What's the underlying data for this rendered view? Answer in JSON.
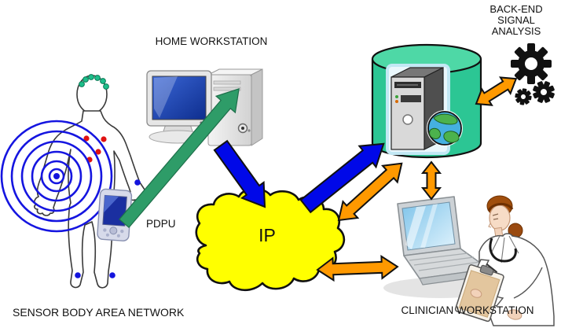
{
  "labels": {
    "home_workstation": "HOME WORKSTATION",
    "backend": [
      "BACK-END",
      "SIGNAL",
      "ANALYSIS"
    ],
    "pdpu": "PDPU",
    "ip_cloud": "IP",
    "sensor_body_area_network": "SENSOR BODY AREA NETWORK",
    "clinician_workstation": "CLINICIAN WORKSTATION"
  },
  "nodes": [
    {
      "id": "sensor-body-area-network",
      "label": "SENSOR BODY AREA NETWORK",
      "icon": "human-body-with-sensors-icon"
    },
    {
      "id": "pdpu",
      "label": "PDPU",
      "icon": "pda-device-icon"
    },
    {
      "id": "home-workstation",
      "label": "HOME WORKSTATION",
      "icon": "desktop-computer-icon"
    },
    {
      "id": "ip-network",
      "label": "IP",
      "icon": "cloud-icon"
    },
    {
      "id": "medical-server",
      "label": "",
      "icon": "database-server-globe-icon"
    },
    {
      "id": "backend-signal-analysis",
      "label": "BACK-END SIGNAL ANALYSIS",
      "icon": "gears-icon"
    },
    {
      "id": "clinician-workstation",
      "label": "CLINICIAN WORKSTATION",
      "icon": "laptop-with-clinician-icon"
    }
  ],
  "connections": [
    {
      "from": "pdpu",
      "to": "home-workstation",
      "style": "single-arrow",
      "color": "#2E9C68"
    },
    {
      "from": "home-workstation",
      "to": "ip-network",
      "style": "single-arrow",
      "color": "#0008E8"
    },
    {
      "from": "ip-network",
      "to": "medical-server",
      "style": "single-arrow",
      "color": "#0008E8"
    },
    {
      "from": "medical-server",
      "to": "ip-network",
      "style": "double-arrow",
      "color": "#FF9900"
    },
    {
      "from": "medical-server",
      "to": "clinician-workstation",
      "style": "double-arrow",
      "color": "#FF9900"
    },
    {
      "from": "ip-network",
      "to": "clinician-workstation",
      "style": "double-arrow",
      "color": "#FF9900"
    },
    {
      "from": "medical-server",
      "to": "backend-signal-analysis",
      "style": "double-arrow",
      "color": "#FF9900"
    }
  ],
  "colors": {
    "cloud_fill": "#FFFF00",
    "cylinder_fill": "#2CC694",
    "cylinder_top_fill": "#4ED8A6",
    "arrow_blue": "#0008E8",
    "arrow_orange": "#FF9900",
    "arrow_green": "#2E9C68",
    "sensor_head_dots": "#1DBE8A",
    "sensor_chest_dots": "#E01212",
    "sensor_limb_dots": "#1414DD",
    "radio_waves": "#1515E0"
  }
}
